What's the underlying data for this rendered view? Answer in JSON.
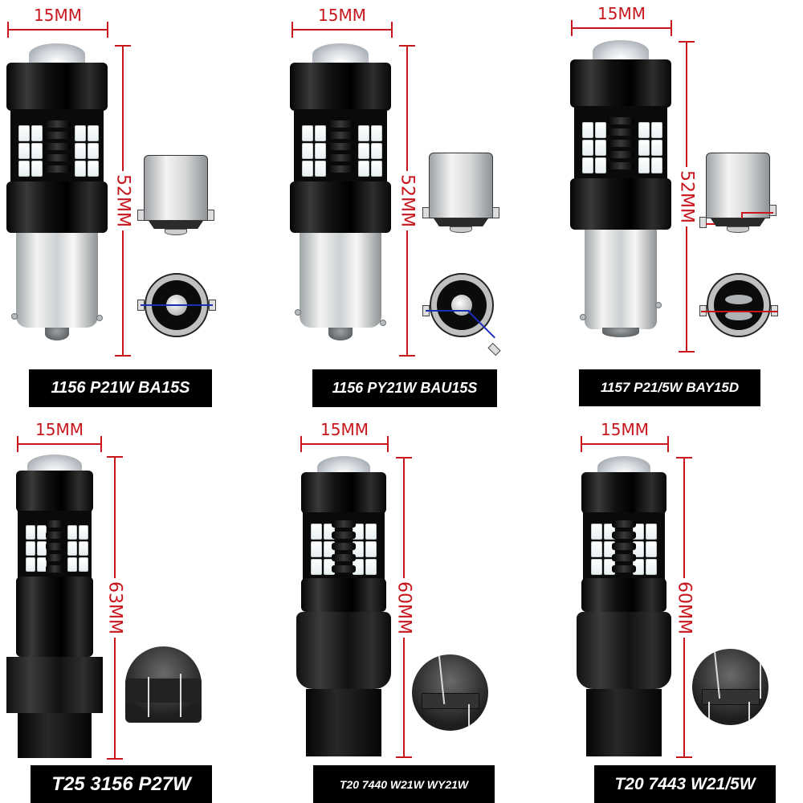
{
  "colors": {
    "dimension": "#c8161d",
    "label_bg": "#000000",
    "label_text": "#ffffff",
    "background": "#ffffff"
  },
  "products": [
    {
      "id": "p1",
      "label": "1156 P21W BA15S",
      "width_dim": "15MM",
      "height_dim": "52MM",
      "base_type": "bayonet-single",
      "diagram": "side-and-end-single-contact",
      "end_line_color": "#1a2fb8"
    },
    {
      "id": "p2",
      "label": "1156 PY21W BAU15S",
      "width_dim": "15MM",
      "height_dim": "52MM",
      "base_type": "bayonet-single-offset",
      "diagram": "side-and-end-offset-pin",
      "end_line_color": "#1a2fb8"
    },
    {
      "id": "p3",
      "label": "1157 P21/5W BAY15D",
      "width_dim": "15MM",
      "height_dim": "52MM",
      "base_type": "bayonet-dual",
      "diagram": "side-and-end-dual-contact",
      "end_line_color": "#c8161d"
    },
    {
      "id": "p4",
      "label": "T25 3156 P27W",
      "width_dim": "15MM",
      "height_dim": "63MM",
      "base_type": "wedge-t25",
      "diagram": "socket-photo"
    },
    {
      "id": "p5",
      "label": "T20 7440 W21W WY21W",
      "width_dim": "15MM",
      "height_dim": "60MM",
      "base_type": "wedge-t20-single",
      "diagram": "socket-photo"
    },
    {
      "id": "p6",
      "label": "T20 7443 W21/5W",
      "width_dim": "15MM",
      "height_dim": "60MM",
      "base_type": "wedge-t20-dual",
      "diagram": "socket-photo"
    }
  ]
}
